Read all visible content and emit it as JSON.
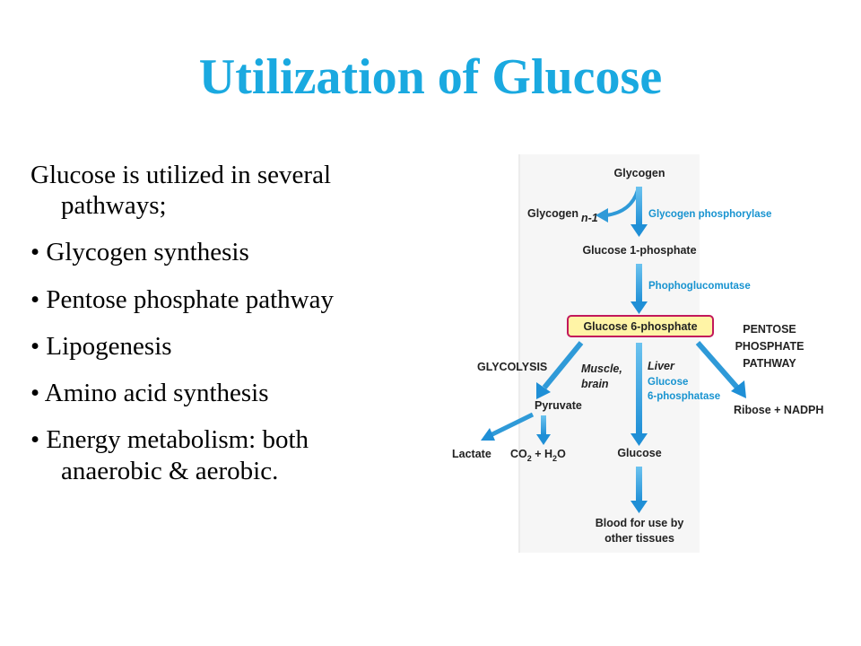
{
  "title": "Utilization of Glucose",
  "intro_line1": "Glucose is utilized in several",
  "intro_line2": "pathways;",
  "bullets": [
    "• Glycogen synthesis",
    "• Pentose phosphate pathway",
    "• Lipogenesis",
    "• Amino acid synthesis"
  ],
  "last_bullet_line1": "• Energy metabolism: both",
  "last_bullet_line2": "anaerobic & aerobic.",
  "diagram": {
    "glycogen": "Glycogen",
    "glycogen_n1": "Glycogen",
    "glycogen_n1_subscript": "n-1",
    "glycogen_phosphorylase": "Glycogen phosphorylase",
    "glucose_1_phosphate": "Glucose 1-phosphate",
    "phosphoglucomutase": "Phophoglucomutase",
    "glucose_6_phosphate": "Glucose 6-phosphate",
    "pentose_line1": "PENTOSE",
    "pentose_line2": "PHOSPHATE",
    "pentose_line3": "PATHWAY",
    "glycolysis": "GLYCOLYSIS",
    "muscle": "Muscle,",
    "brain": "brain",
    "liver": "Liver",
    "g6pase_line1": "Glucose",
    "g6pase_line2": "6-phosphatase",
    "pyruvate": "Pyruvate",
    "ribose_nadph": "Ribose + NADPH",
    "lactate": "Lactate",
    "co2_h2o": "CO",
    "co2_sub": "2",
    "plus_h": " + H",
    "h2o_sub": "2",
    "h2o_o": "O",
    "glucose": "Glucose",
    "blood_line1": "Blood for use by",
    "blood_line2": "other tissues"
  },
  "colors": {
    "title": "#1aa9e0",
    "arrow": "#2f9ad8",
    "enzyme_text": "#1793d0",
    "highlight_fill": "#fff4a6",
    "highlight_border": "#c2185b"
  }
}
